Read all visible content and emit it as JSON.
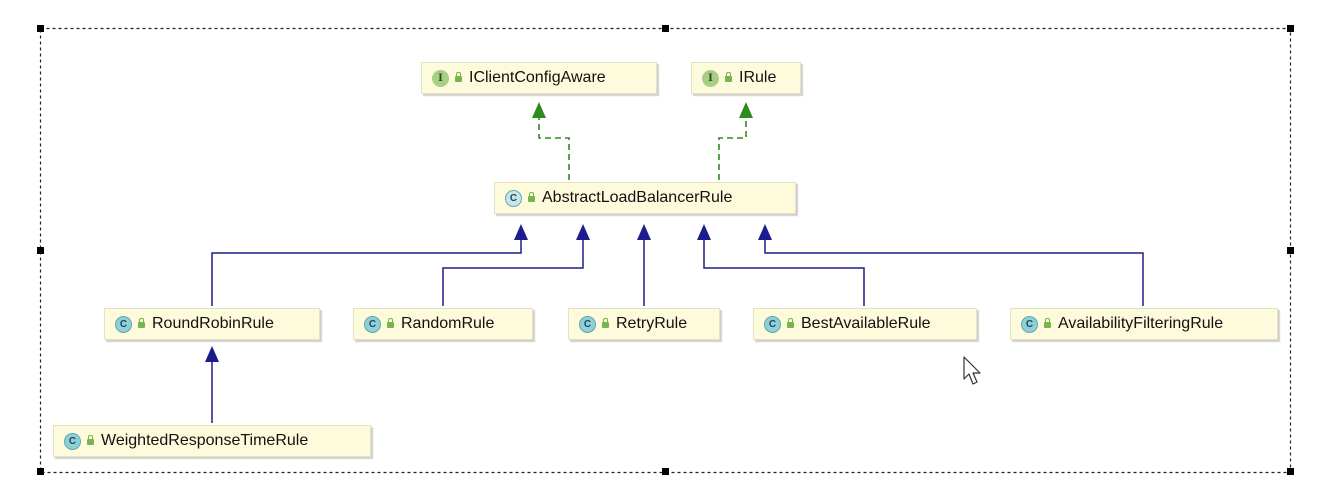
{
  "diagram": {
    "nodes": [
      {
        "id": "iclientconfigaware",
        "label": "IClientConfigAware",
        "badge": "I",
        "kind": "interface"
      },
      {
        "id": "irule",
        "label": "IRule",
        "badge": "I",
        "kind": "interface"
      },
      {
        "id": "abstractloadbalancerrule",
        "label": "AbstractLoadBalancerRule",
        "badge": "C",
        "kind": "abstract"
      },
      {
        "id": "roundrobinrule",
        "label": "RoundRobinRule",
        "badge": "C",
        "kind": "class"
      },
      {
        "id": "randomrule",
        "label": "RandomRule",
        "badge": "C",
        "kind": "class"
      },
      {
        "id": "retryrule",
        "label": "RetryRule",
        "badge": "C",
        "kind": "class"
      },
      {
        "id": "bestavailablerule",
        "label": "BestAvailableRule",
        "badge": "C",
        "kind": "class"
      },
      {
        "id": "availabilityfilteringrule",
        "label": "AvailabilityFilteringRule",
        "badge": "C",
        "kind": "class"
      },
      {
        "id": "weightedresponsetimerule",
        "label": "WeightedResponseTimeRule",
        "badge": "C",
        "kind": "class"
      }
    ],
    "edges": [
      {
        "from": "abstractloadbalancerrule",
        "to": "iclientconfigaware",
        "type": "implements"
      },
      {
        "from": "abstractloadbalancerrule",
        "to": "irule",
        "type": "implements"
      },
      {
        "from": "roundrobinrule",
        "to": "abstractloadbalancerrule",
        "type": "extends"
      },
      {
        "from": "randomrule",
        "to": "abstractloadbalancerrule",
        "type": "extends"
      },
      {
        "from": "retryrule",
        "to": "abstractloadbalancerrule",
        "type": "extends"
      },
      {
        "from": "bestavailablerule",
        "to": "abstractloadbalancerrule",
        "type": "extends"
      },
      {
        "from": "availabilityfilteringrule",
        "to": "abstractloadbalancerrule",
        "type": "extends"
      },
      {
        "from": "weightedresponsetimerule",
        "to": "roundrobinrule",
        "type": "extends"
      }
    ],
    "colors": {
      "implements": "#2e8b1e",
      "extends": "#1c1c8c",
      "node_fill": "#fdfbdc"
    }
  }
}
